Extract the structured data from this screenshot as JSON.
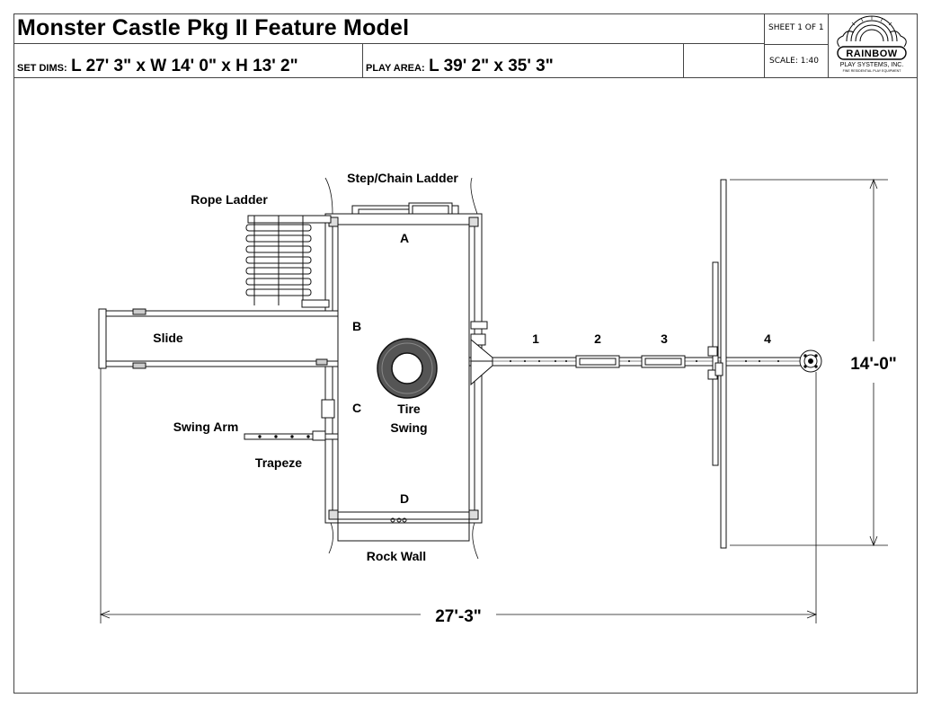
{
  "header": {
    "title": "Monster Castle Pkg II Feature Model",
    "set_dims_label": "SET DIMS:",
    "set_dims_value": "L 27' 3\" x W 14' 0\" x H 13' 2\"",
    "play_area_label": "PLAY AREA:",
    "play_area_value": "L 39' 2\" x 35' 3\"",
    "sheet": "SHEET 1 OF 1",
    "scale": "SCALE: 1:40"
  },
  "logo": {
    "brand": "RAINBOW",
    "company": "PLAY SYSTEMS, INC.",
    "tagline": "FINE RESIDENTIAL PLAY EQUIPMENT"
  },
  "diagram": {
    "labels": {
      "step_chain_ladder": "Step/Chain Ladder",
      "rope_ladder": "Rope Ladder",
      "slide": "Slide",
      "swing_arm": "Swing Arm",
      "trapeze": "Trapeze",
      "rock_wall": "Rock Wall",
      "tire_swing": "Tire",
      "tire_swing_2": "Swing",
      "deck_a": "A",
      "deck_b": "B",
      "deck_c": "C",
      "deck_d": "D",
      "pos_1": "1",
      "pos_2": "2",
      "pos_3": "3",
      "pos_4": "4"
    },
    "dimensions": {
      "width": "14'-0\"",
      "length": "27'-3\""
    }
  }
}
